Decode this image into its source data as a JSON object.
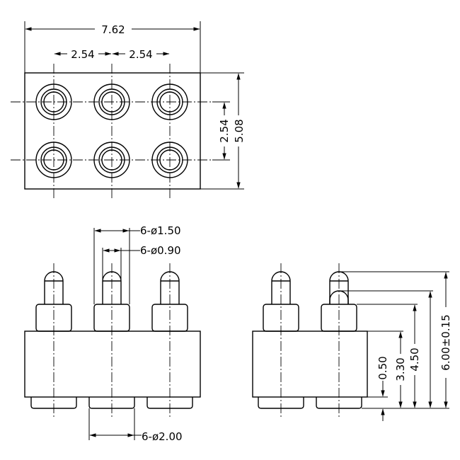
{
  "dimensions": {
    "total_width": "7.62",
    "pitch_1": "2.54",
    "pitch_2": "2.54",
    "row_pitch": "2.54",
    "total_depth": "5.08",
    "tip_diameter": "6-ø1.50",
    "plunger_diameter": "6-ø0.90",
    "base_diameter": "6-ø2.00",
    "height_a": "0.50",
    "height_b": "3.30",
    "height_c": "4.50",
    "height_total": "6.00±0.15"
  }
}
